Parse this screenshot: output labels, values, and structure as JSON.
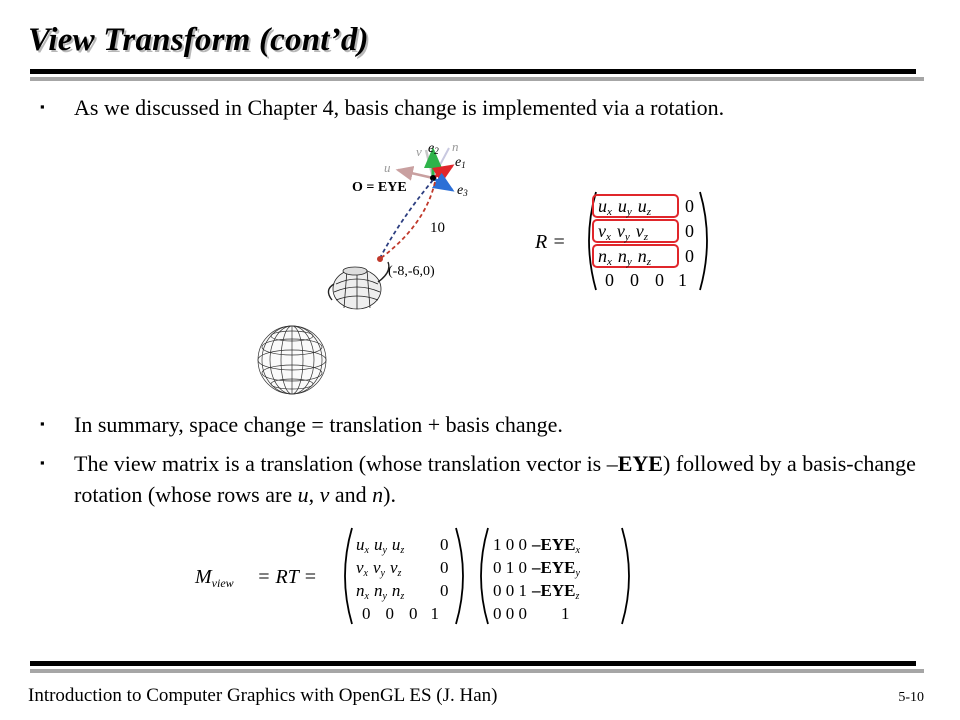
{
  "slide": {
    "title": "View Transform (cont’d)",
    "bullets": [
      "As we discussed in Chapter 4, basis change is implemented via a rotation.",
      "In summary, space change = translation + basis change.",
      {
        "pre": "The view matrix is a translation (whose translation vector is –",
        "bold": "EYE",
        "post": ") followed by a basis-change rotation (whose rows are",
        "u": "u",
        "sep1": ", ",
        "v": "v",
        "sep2": " and ",
        "n": "n",
        "end": ")."
      }
    ],
    "bullet_glyph": "▪"
  },
  "figure": {
    "eye_label": "O = EYE",
    "distance_label": "10",
    "teapot_label": "(-8,-6,0)",
    "axis_labels": {
      "u": "u",
      "v": "v",
      "n": "n",
      "e1": "e",
      "e1_sub": "1",
      "e2": "e",
      "e2_sub": "2",
      "e3": "e",
      "e3_sub": "3"
    }
  },
  "rotation_matrix": {
    "lhs": "R =",
    "rows": [
      [
        "u",
        "x",
        "u",
        "y",
        "u",
        "z",
        "0"
      ],
      [
        "v",
        "x",
        "v",
        "y",
        "v",
        "z",
        "0"
      ],
      [
        "n",
        "x",
        "n",
        "y",
        "n",
        "z",
        "0"
      ],
      [
        "0",
        "0",
        "0",
        "1"
      ]
    ]
  },
  "view_matrix": {
    "lhs_M": "M",
    "lhs_sub": "view",
    "eq": "= RT =",
    "left_rows": [
      [
        "u",
        "x",
        "u",
        "y",
        "u",
        "z",
        "0"
      ],
      [
        "v",
        "x",
        "v",
        "y",
        "v",
        "z",
        "0"
      ],
      [
        "n",
        "x",
        "n",
        "y",
        "n",
        "z",
        "0"
      ],
      [
        "0",
        "0",
        "0",
        "1"
      ]
    ],
    "right_rows": [
      [
        "1 0 0",
        "–EYE",
        "x"
      ],
      [
        "0 1 0",
        "–EYE",
        "y"
      ],
      [
        "0 0 1",
        "–EYE",
        "z"
      ],
      [
        "0 0 0",
        "1"
      ]
    ]
  },
  "footer": {
    "text": "Introduction to Computer Graphics with OpenGL ES (J. Han)",
    "page": "5-10"
  },
  "colors": {
    "rule": "#000000",
    "rule_shadow": "#a6a6a6",
    "highlight_box": "#e0262b",
    "axis_red": "#e0262b",
    "axis_green": "#2fb34a",
    "axis_blue": "#2c6fd6",
    "faded_axis": "#c9a0a0",
    "path_red": "#c0392b",
    "path_blue": "#2c3e80"
  }
}
